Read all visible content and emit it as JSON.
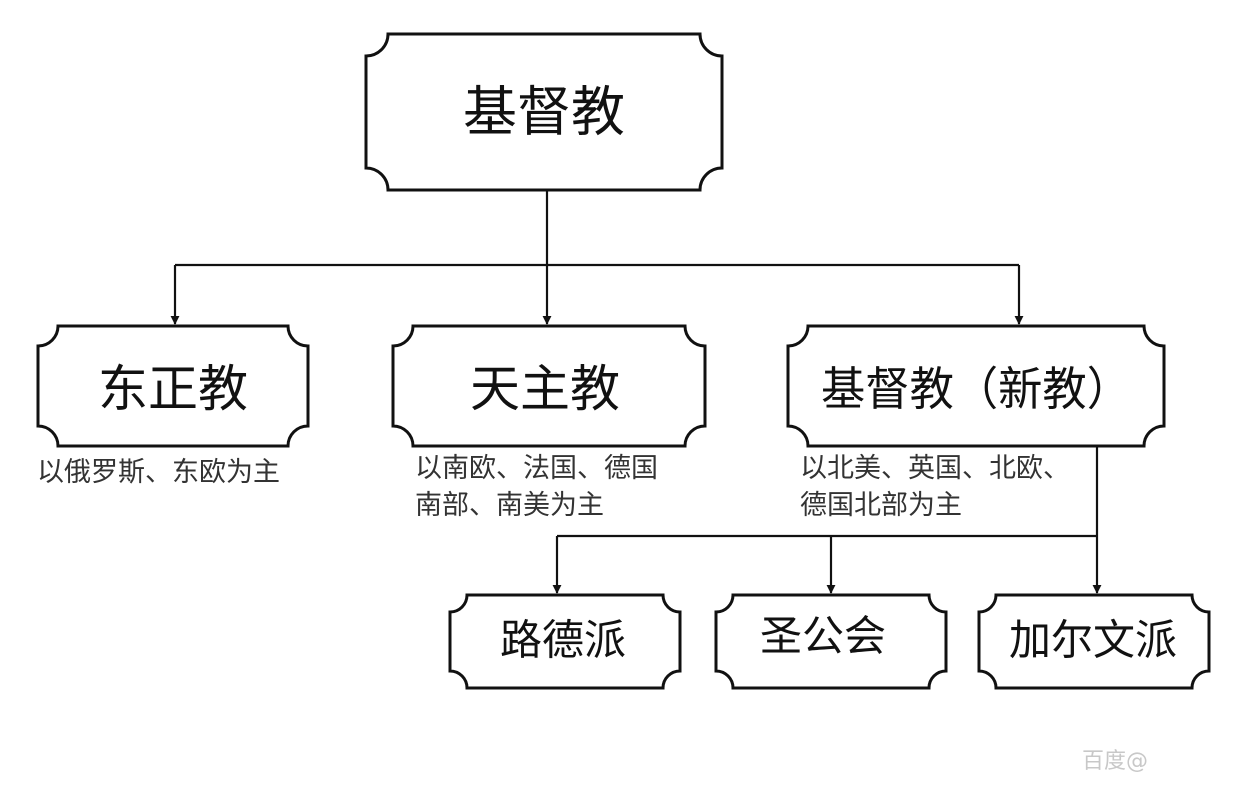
{
  "diagram": {
    "root": {
      "label": "基督教"
    },
    "branches": [
      {
        "label": "东正教",
        "note": [
          "以俄罗斯、东欧为主"
        ]
      },
      {
        "label": "天主教",
        "note": [
          "以南欧、法国、德国",
          "南部、南美为主"
        ]
      },
      {
        "label": "基督教（新教）",
        "note": [
          "以北美、英国、北欧、",
          "德国北部为主"
        ]
      }
    ],
    "sub_branches": [
      {
        "label": "路德派"
      },
      {
        "label": "圣公会"
      },
      {
        "label": "加尔文派"
      }
    ]
  },
  "watermark": {
    "text": "百度@"
  }
}
